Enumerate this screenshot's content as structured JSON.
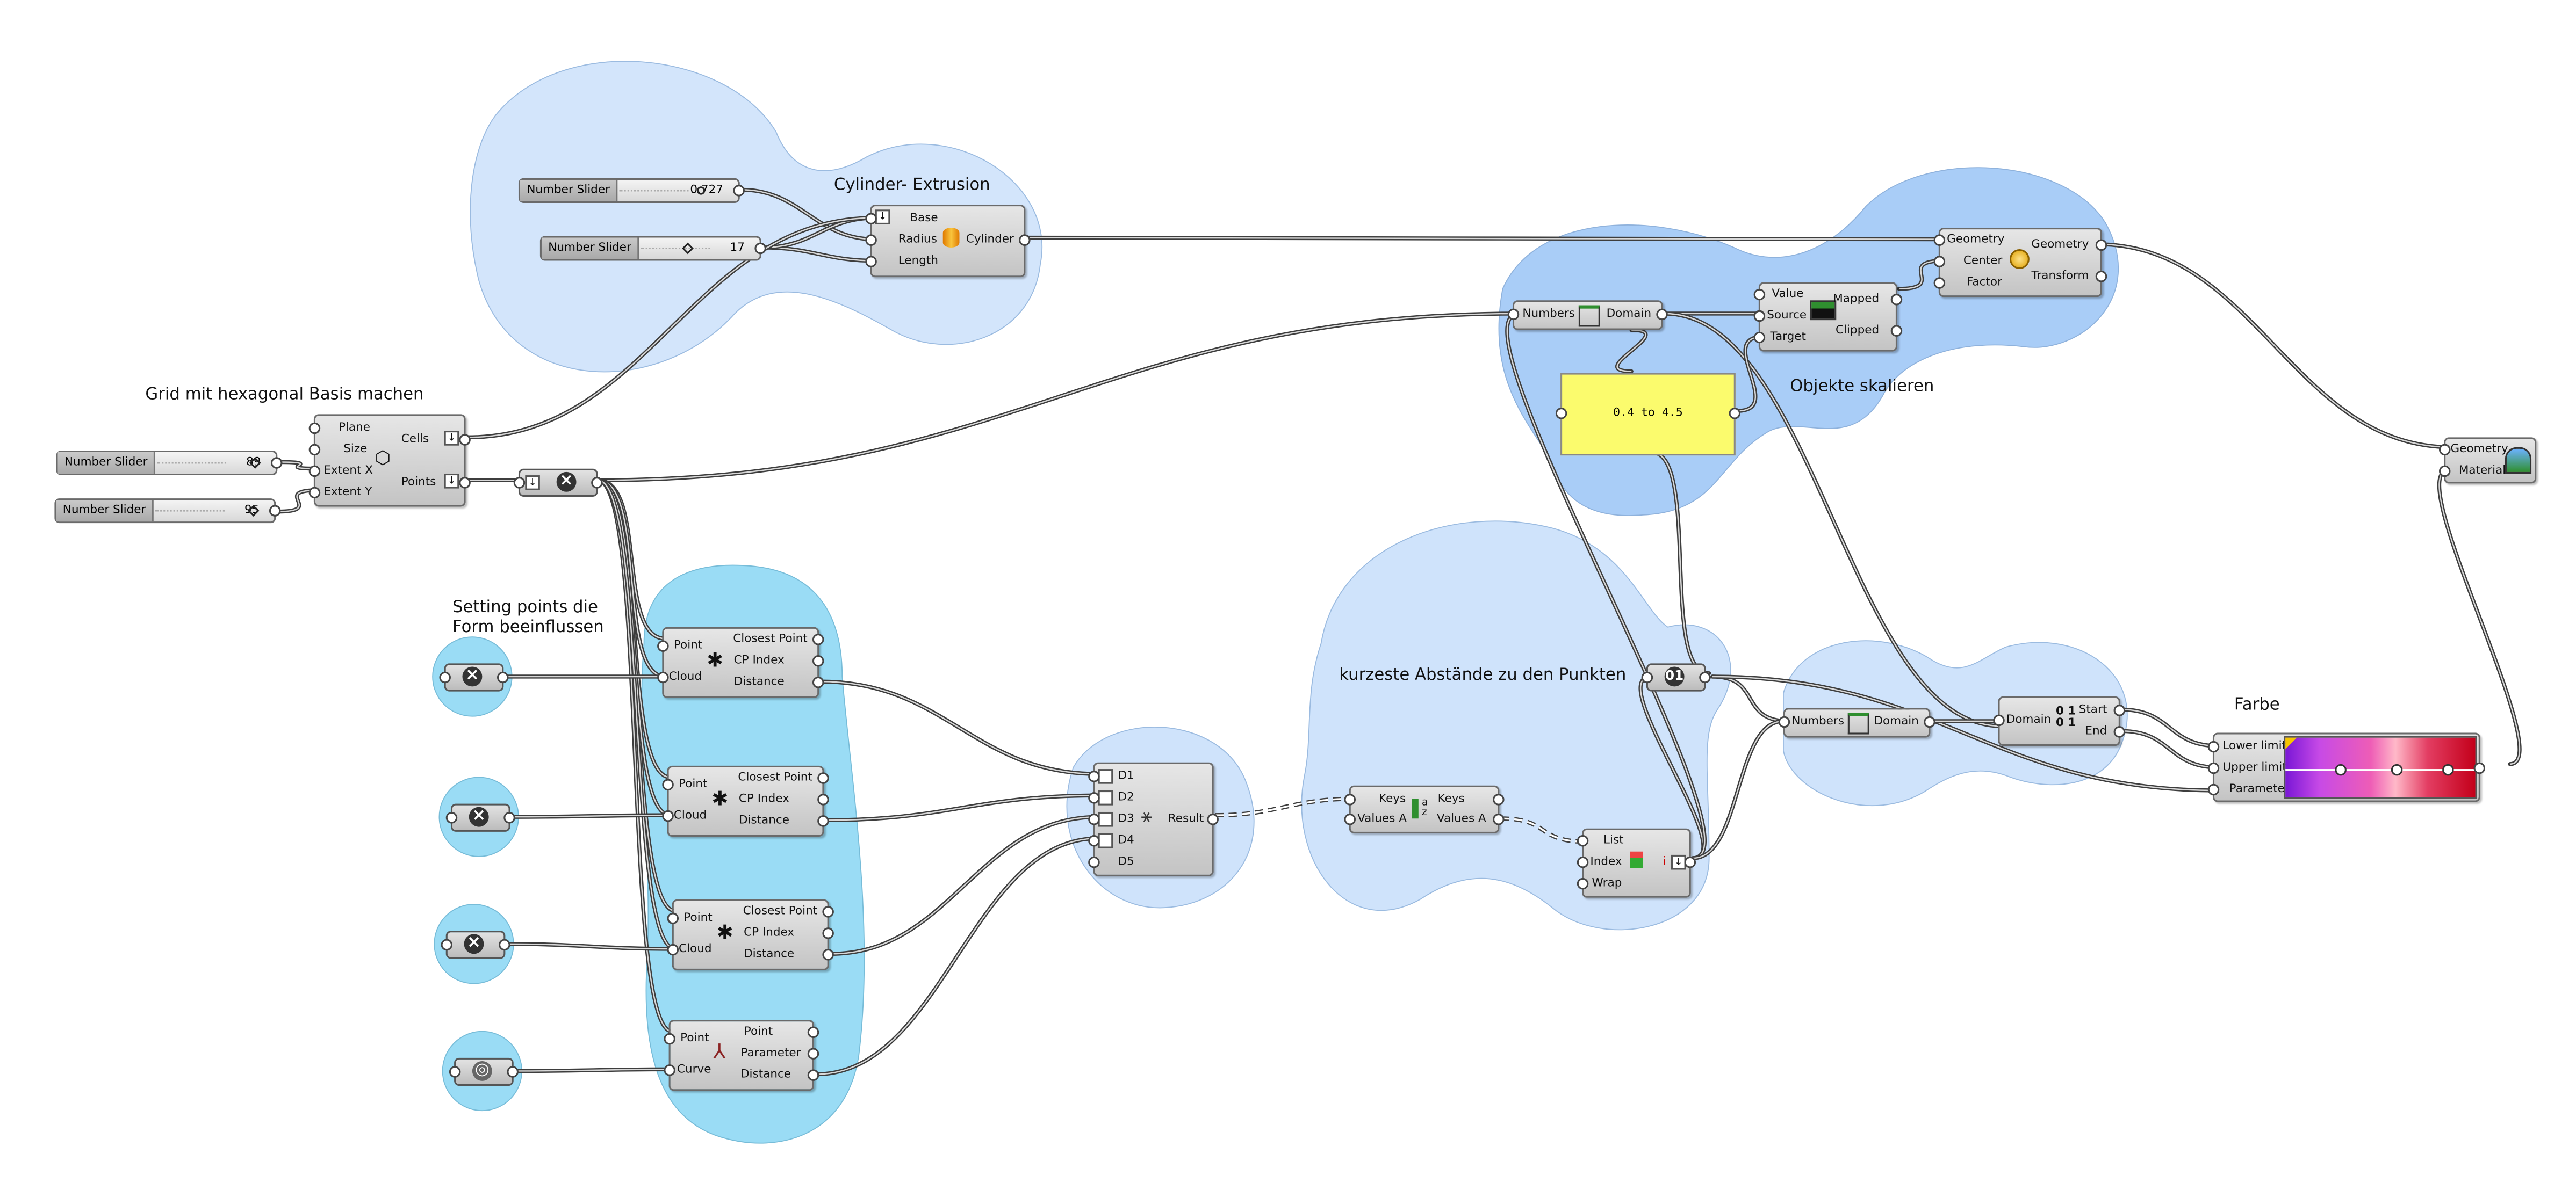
{
  "groups": {
    "cylinder": "Cylinder- Extrusion",
    "grid": "Grid mit hexagonal Basis machen",
    "setting_points": "Setting points die Form beeinflussen",
    "scale": "Objekte skalieren",
    "distances": "kurzeste Abstände zu den Punkten",
    "color": "Farbe"
  },
  "sliders": [
    {
      "name": "Number Slider",
      "value": "0.727"
    },
    {
      "name": "Number Slider",
      "value": "17"
    },
    {
      "name": "Number Slider",
      "value": "89"
    },
    {
      "name": "Number Slider",
      "value": "95"
    }
  ],
  "components": {
    "cylinder": {
      "inputs": [
        "Base",
        "Radius",
        "Length"
      ],
      "outputs": [
        "Cylinder"
      ]
    },
    "hexgrid": {
      "inputs": [
        "Plane",
        "Size",
        "Extent X",
        "Extent Y"
      ],
      "outputs": [
        "Cells",
        "Points"
      ]
    },
    "cp1": {
      "inputs": [
        "Point",
        "Cloud"
      ],
      "outputs": [
        "Closest Point",
        "CP Index",
        "Distance"
      ]
    },
    "cp2": {
      "inputs": [
        "Point",
        "Cloud"
      ],
      "outputs": [
        "Closest Point",
        "CP Index",
        "Distance"
      ]
    },
    "cp3": {
      "inputs": [
        "Point",
        "Cloud"
      ],
      "outputs": [
        "Closest Point",
        "CP Index",
        "Distance"
      ]
    },
    "curvecp": {
      "inputs": [
        "Point",
        "Curve"
      ],
      "outputs": [
        "Point",
        "Parameter",
        "Distance"
      ]
    },
    "eval": {
      "inputs": [
        "D1",
        "D2",
        "D3",
        "D4",
        "D5"
      ],
      "outputs": [
        "Result"
      ]
    },
    "sort": {
      "inputs": [
        "Keys",
        "Values A"
      ],
      "outputs": [
        "Keys",
        "Values A"
      ]
    },
    "listitem": {
      "inputs": [
        "List",
        "Index",
        "Wrap"
      ],
      "outputs": [
        "i"
      ]
    },
    "bounds1": {
      "inputs": [
        "Numbers"
      ],
      "outputs": [
        "Domain"
      ]
    },
    "remap": {
      "inputs": [
        "Value",
        "Source",
        "Target"
      ],
      "outputs": [
        "Mapped",
        "Clipped"
      ]
    },
    "scale": {
      "inputs": [
        "Geometry",
        "Center",
        "Factor"
      ],
      "outputs": [
        "Geometry",
        "Transform"
      ]
    },
    "bounds2": {
      "inputs": [
        "Numbers"
      ],
      "outputs": [
        "Domain"
      ]
    },
    "deconstruct": {
      "inputs": [
        "Domain"
      ],
      "outputs": [
        "Start",
        "End"
      ]
    },
    "gradient": {
      "inputs": [
        "Lower limit",
        "Upper limit",
        "Parameter"
      ]
    },
    "preview": {
      "inputs": [
        "Geometry",
        "Material"
      ]
    }
  },
  "panel": {
    "text": "0.4 to 4.5"
  },
  "colors": {
    "group_light": "#cfe3fb",
    "group_mid": "#a3c8f6",
    "group_cyan": "#8fdcf6",
    "panel": "#fbfb6d"
  }
}
